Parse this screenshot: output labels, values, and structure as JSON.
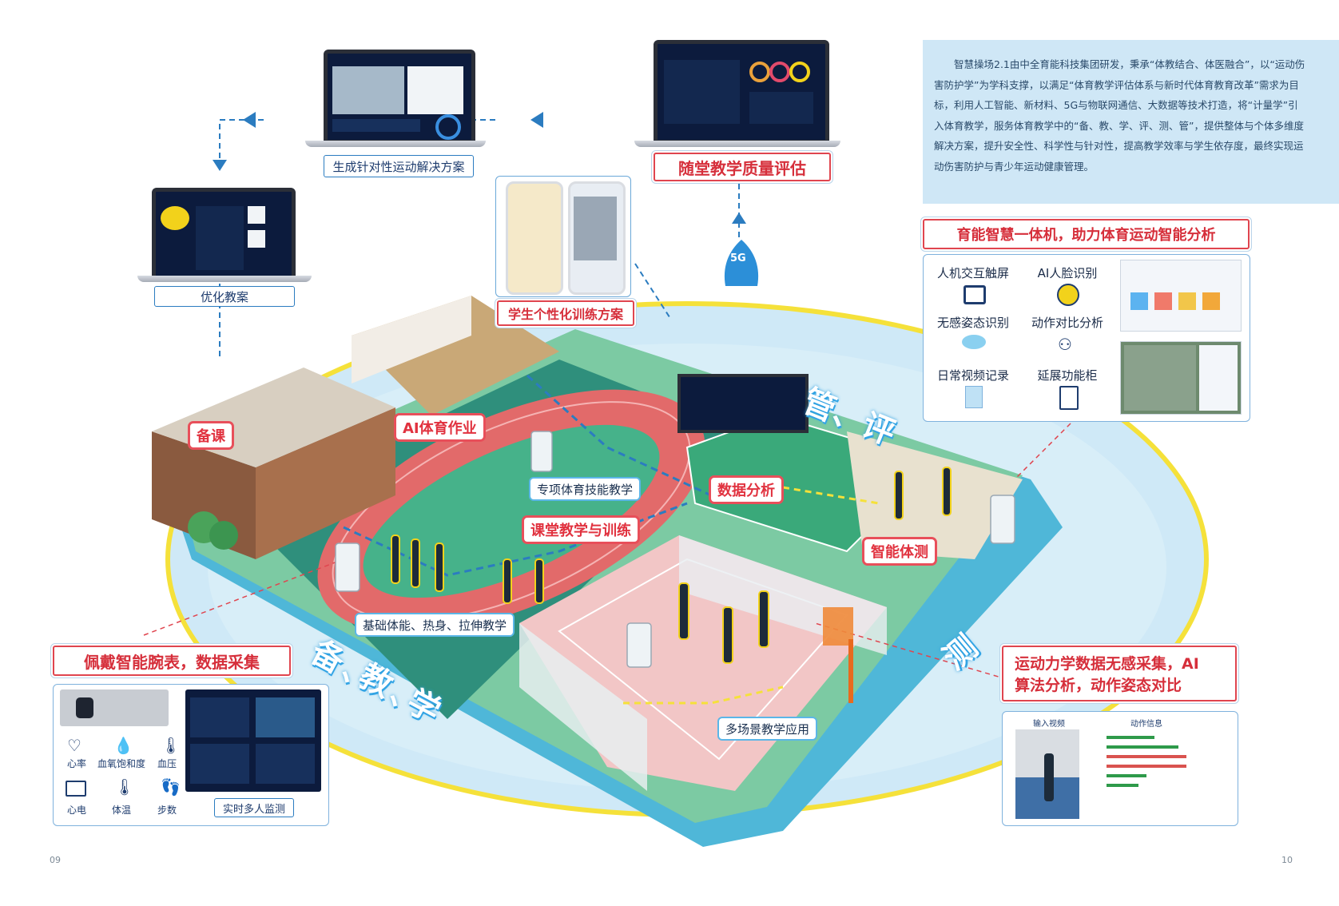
{
  "intro": {
    "text": "智慧操场2.1由中全育能科技集团研发，秉承“体教结合、体医融合”，以“运动伤害防护学”为学科支撑，以满足“体育教学评估体系与新时代体育教育改革”需求为目标，利用人工智能、新材料、5G与物联网通信、大数据等技术打造，将“计量学”引入体育教学，服务体育教学中的“备、教、学、评、测、管”，提供整体与个体多维度解决方案，提升安全性、科学性与针对性，提高教学效率与学生依存度，最终实现运动伤害防护与青少年运动健康管理。"
  },
  "top_labels": {
    "solution": "生成针对性运动解决方案",
    "evaluation": "随堂教学质量评估",
    "optimize": "优化教案",
    "personal_plan": "学生个性化训练方案",
    "badge_5g": "5G"
  },
  "machine_section": {
    "title": "育能智慧一体机，助力体育运动智能分析",
    "features": [
      {
        "label": "人机交互触屏",
        "icon": "touchscreen-icon"
      },
      {
        "label": "AI人脸识别",
        "icon": "face-recognition-icon"
      },
      {
        "label": "无感姿态识别",
        "icon": "pose-recognition-icon"
      },
      {
        "label": "动作对比分析",
        "icon": "motion-compare-icon"
      },
      {
        "label": "日常视频记录",
        "icon": "video-record-icon"
      },
      {
        "label": "延展功能柜",
        "icon": "cabinet-icon"
      }
    ]
  },
  "scene_labels": {
    "prep": "备课",
    "ai_homework": "AI体育作业",
    "skill_teaching": "专项体育技能教学",
    "data_analysis": "数据分析",
    "class_training": "课堂教学与训练",
    "smart_test": "智能体测",
    "basic_fitness": "基础体能、热身、拉伸教学",
    "multi_scene": "多场景教学应用"
  },
  "big_text": {
    "left": [
      "备",
      "、",
      "教",
      "、",
      "学"
    ],
    "right_top": "管、评",
    "right": "测"
  },
  "watch_section": {
    "title": "佩戴智能腕表，数据采集",
    "metrics": [
      {
        "label": "心率",
        "icon": "heart-rate-icon"
      },
      {
        "label": "血氧饱和度",
        "icon": "blood-oxygen-icon"
      },
      {
        "label": "血压",
        "icon": "blood-pressure-icon"
      },
      {
        "label": "心电",
        "icon": "ecg-icon"
      },
      {
        "label": "体温",
        "icon": "thermometer-icon"
      },
      {
        "label": "步数",
        "icon": "footsteps-icon"
      }
    ],
    "monitor_label": "实时多人监测"
  },
  "mechanics_section": {
    "title_line1": "运动力学数据无感采集，AI",
    "title_line2": "算法分析，动作姿态对比",
    "video_label": "输入视频",
    "info_label": "动作信息"
  },
  "pages": {
    "left": "09",
    "right": "10"
  },
  "colors": {
    "accent_red": "#e0454f",
    "track": "#e26a6a",
    "field_green": "#3aa97a",
    "court_pink": "#f2c6c6",
    "intro_bg": "#cfe7f6"
  }
}
